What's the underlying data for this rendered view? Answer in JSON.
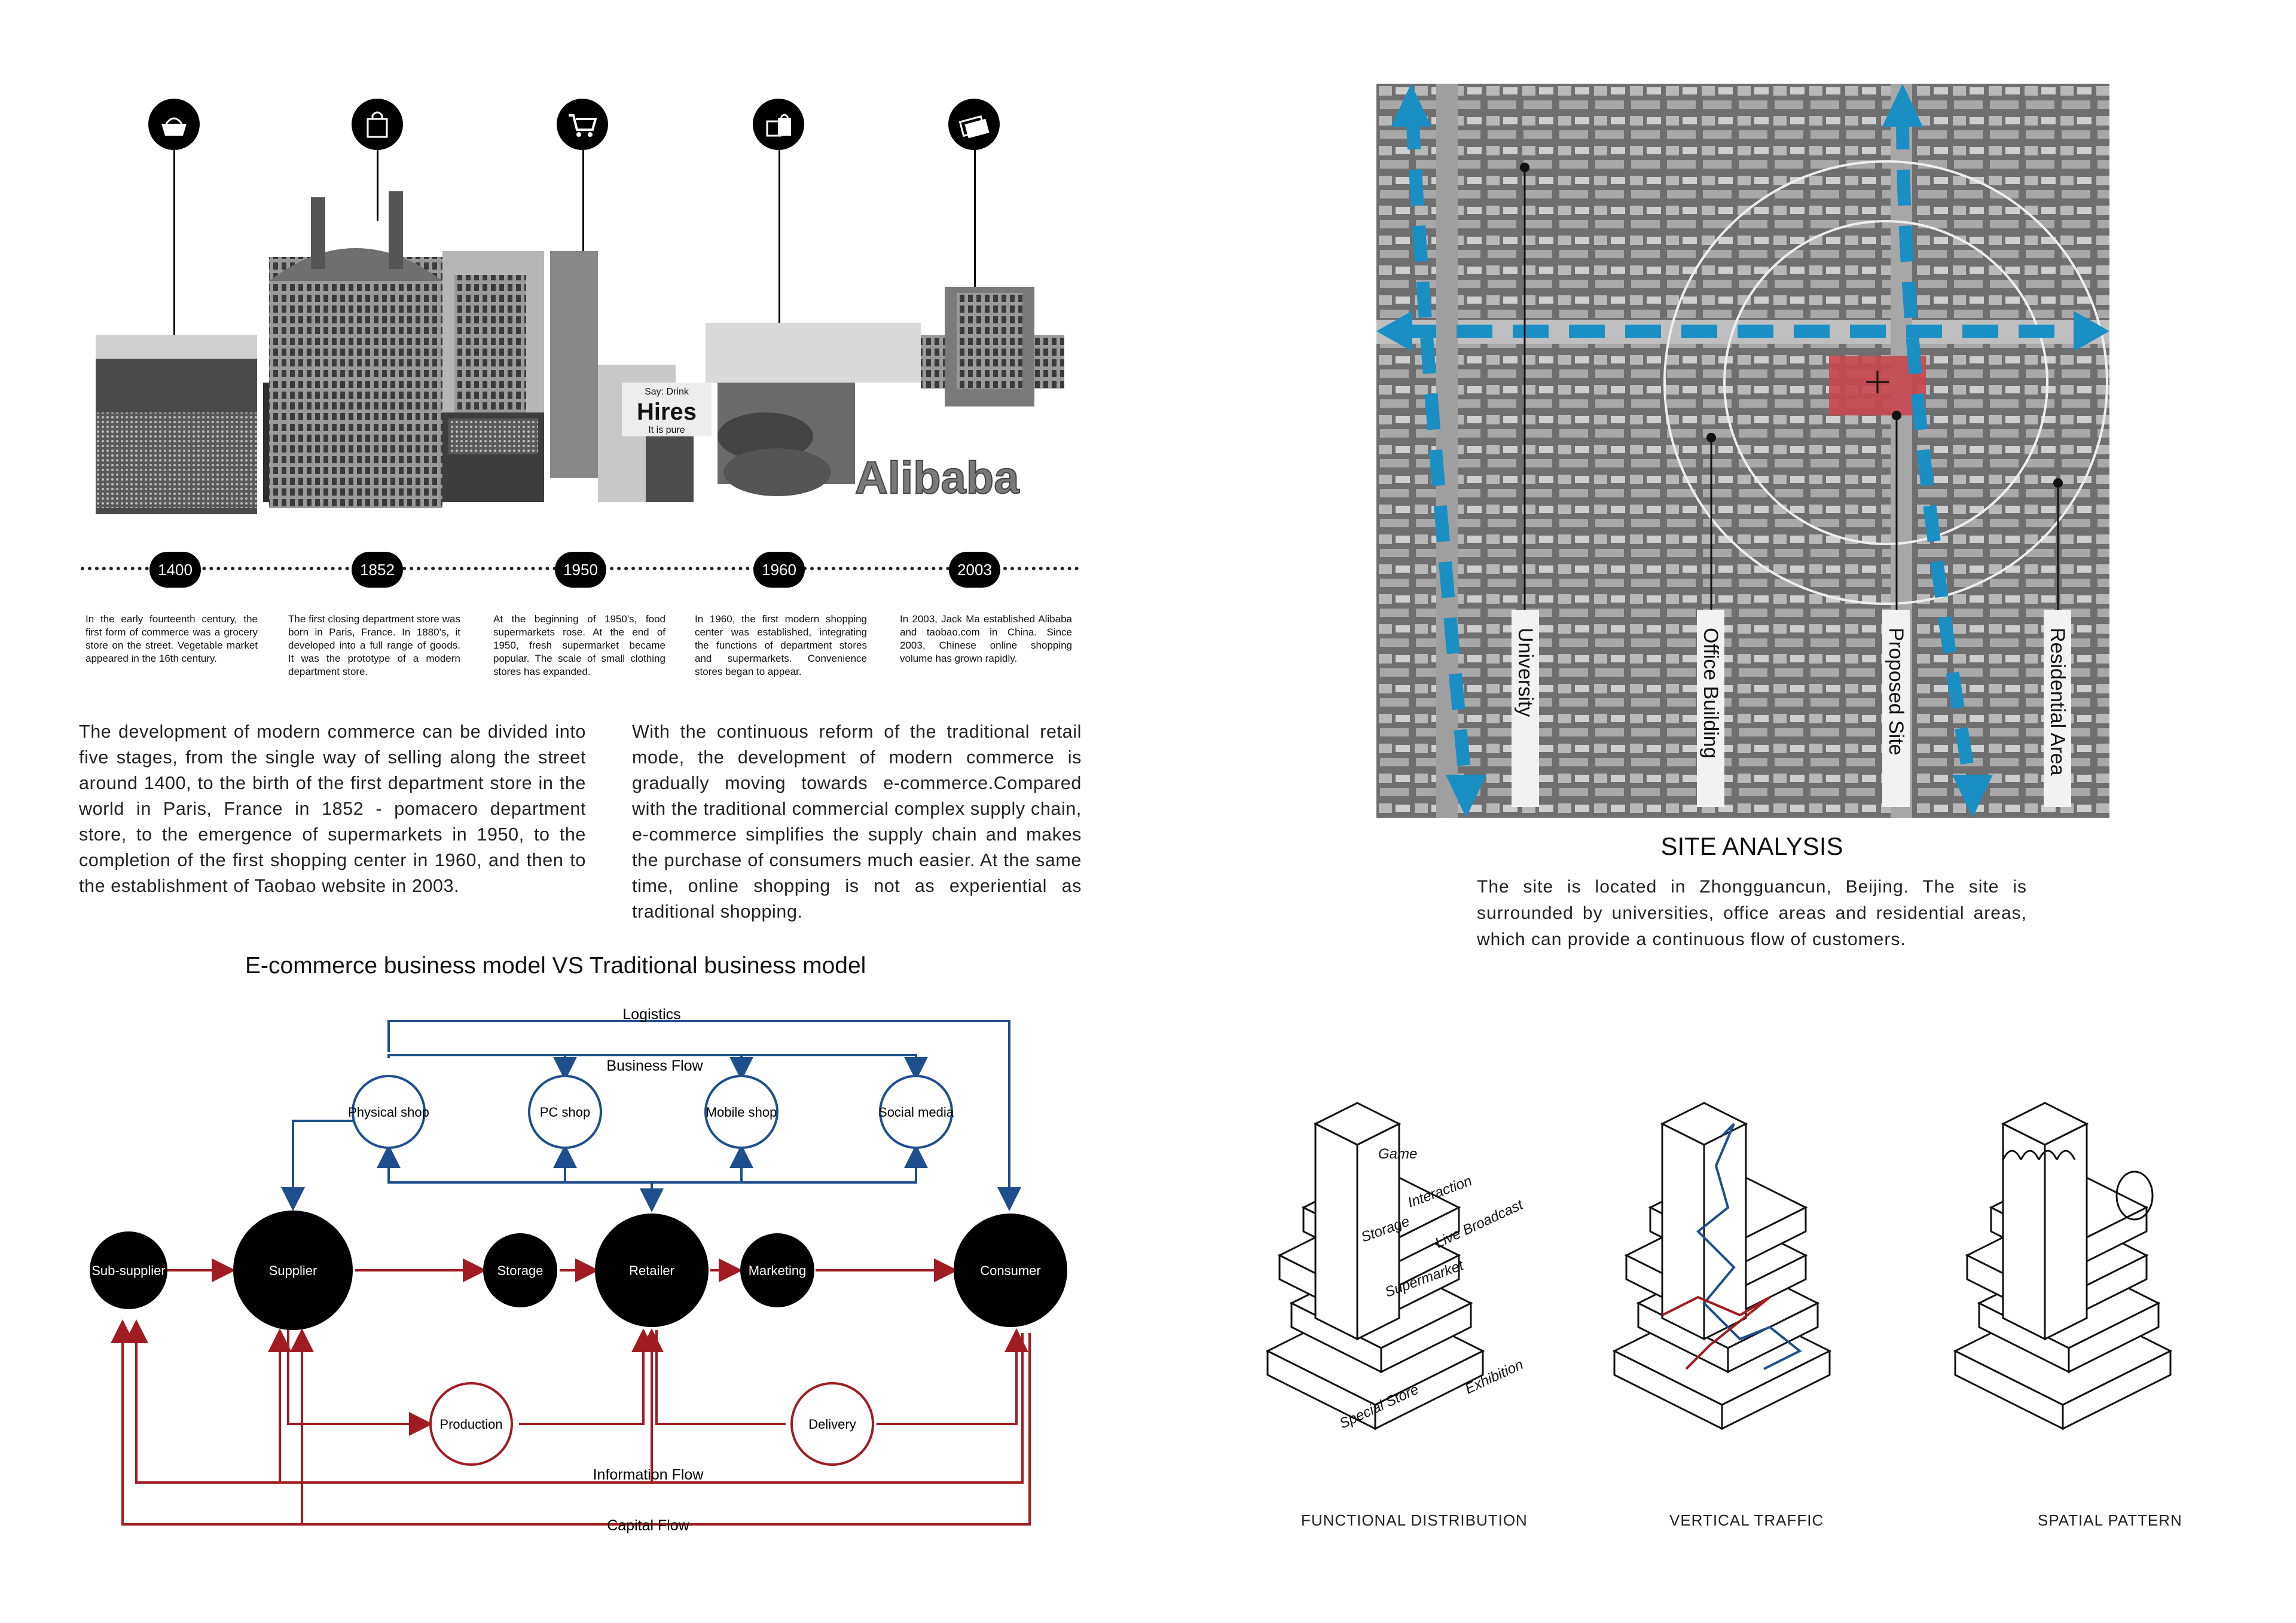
{
  "timeline": {
    "years": [
      "1400",
      "1852",
      "1950",
      "1960",
      "2003"
    ],
    "descriptions": [
      "In the early fourteenth century, the first form of commerce was a grocery store on the street. Vegetable market appeared in the 16th century.",
      "The first closing department store was born in Paris, France. In 1880's, it developed into a full range of goods. It was the prototype of a modern department store.",
      "At the beginning of 1950's, food supermarkets rose. At the end of 1950, fresh supermarket became popular. The scale of small clothing stores has expanded.",
      "In 1960, the first modern shopping center was established, integrating the functions of department stores and supermarkets. Convenience stores began to appear.",
      "In 2003, Jack Ma established Alibaba and taobao.com in China. Since 2003, Chinese online shopping volume has grown rapidly."
    ],
    "icons": [
      "grocery-basket-icon",
      "shopping-bag-icon",
      "shopping-cart-icon",
      "shopping-bags-icon",
      "payment-card-icon"
    ],
    "collage_texts": {
      "brand": "Alibaba",
      "sign": "Hires",
      "sign_top": "Say: Drink",
      "sign_bottom": "It is pure"
    }
  },
  "intro": {
    "left": "The development of modern commerce can be divided into five stages, from the single way of selling along the street around 1400, to the birth of the first department store in the world in Paris, France in 1852 - pomacero department store, to the emergence of supermarkets in 1950, to the completion of the first shopping center in 1960, and then to the establishment of Taobao website in 2003.",
    "right": "With the continuous reform of the traditional retail mode, the development of modern commerce is gradually moving towards e-commerce.Compared with the traditional commercial complex supply chain, e-commerce simplifies the supply chain and makes the purchase of consumers much easier. At the same time, online shopping is not as experiential as traditional shopping."
  },
  "business_model": {
    "title": "E-commerce business model VS Traditional business model",
    "logistics": "Logistics",
    "business_flow": "Business Flow",
    "information_flow": "Information Flow",
    "capital_flow": "Capital Flow",
    "online_nodes": [
      "Physical shop",
      "PC shop",
      "Mobile shop",
      "Social media"
    ],
    "chain_nodes": [
      "Sub-supplier",
      "Supplier",
      "Storage",
      "Retailer",
      "Marketing",
      "Consumer"
    ],
    "support_nodes": [
      "Production",
      "Delivery"
    ],
    "colors": {
      "blue": "#1f4e8c",
      "red": "#a01c20"
    }
  },
  "site": {
    "labels": [
      "University",
      "Office Building",
      "Proposed Site",
      "Residential Area"
    ],
    "title": "SITE ANALYSIS",
    "description": "The site is located in Zhongguancun, Beijing. The site is surrounded by universities, office areas and residential areas, which can provide a continuous flow of customers.",
    "colors": {
      "arrow": "#1a8fc4",
      "site": "#c9474f"
    }
  },
  "axonometrics": {
    "captions": [
      "FUNCTIONAL DISTRIBUTION",
      "VERTICAL TRAFFIC",
      "SPATIAL PATTERN"
    ],
    "functions": [
      "Game",
      "Interaction",
      "Storage",
      "Live Broadcast",
      "Supermarket",
      "Special Store",
      "Exhibition"
    ]
  }
}
